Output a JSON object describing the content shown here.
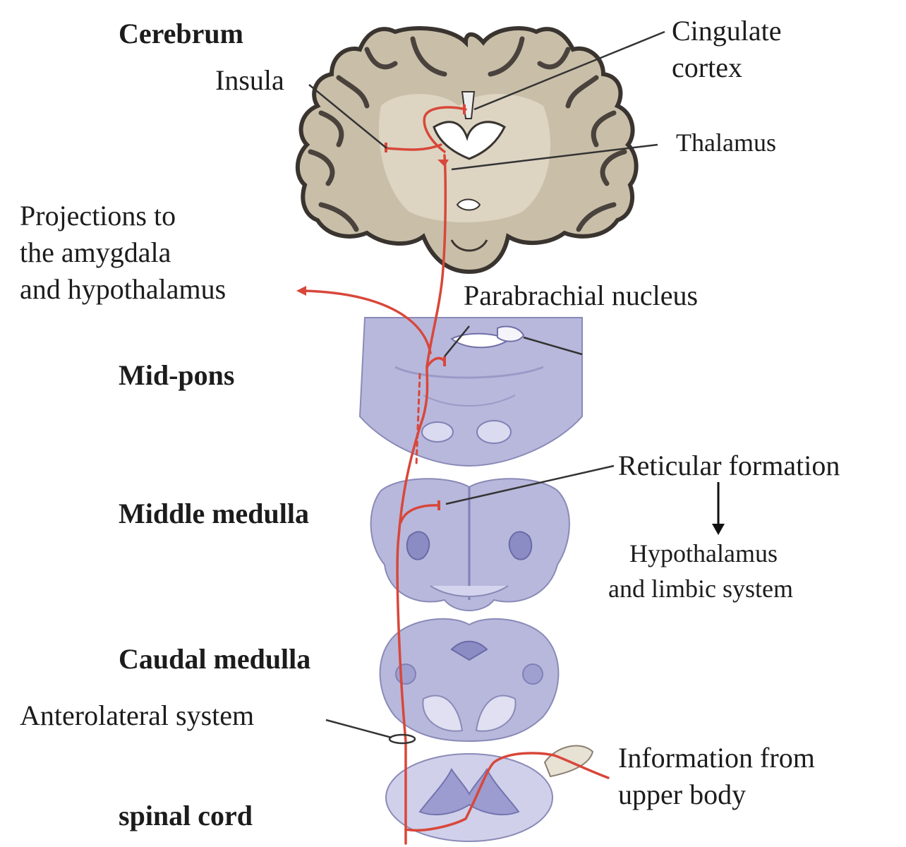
{
  "labels": {
    "cerebrum": "Cerebrum",
    "insula": "Insula",
    "cingulate_line1": "Cingulate",
    "cingulate_line2": "cortex",
    "thalamus": "Thalamus",
    "projections_line1": "Projections to",
    "projections_line2": "the amygdala",
    "projections_line3": "and hypothalamus",
    "parabrachial": "Parabrachial nucleus",
    "mid_pons": "Mid-pons",
    "reticular": "Reticular formation",
    "middle_medulla": "Middle medulla",
    "hypothalamus_line1": "Hypothalamus",
    "hypothalamus_line2": "and limbic system",
    "caudal_medulla": "Caudal medulla",
    "anterolateral": "Anterolateral system",
    "info_line1": "Information from",
    "info_line2": "upper body",
    "spinal_cord": "spinal cord"
  },
  "colors": {
    "brain_tissue": "#c9bea8",
    "brain_outline": "#3a3430",
    "stained_section": "#b8b8dc",
    "stained_dark": "#8c8cc4",
    "pathway": "#d8473a",
    "leader_line": "#333333"
  }
}
